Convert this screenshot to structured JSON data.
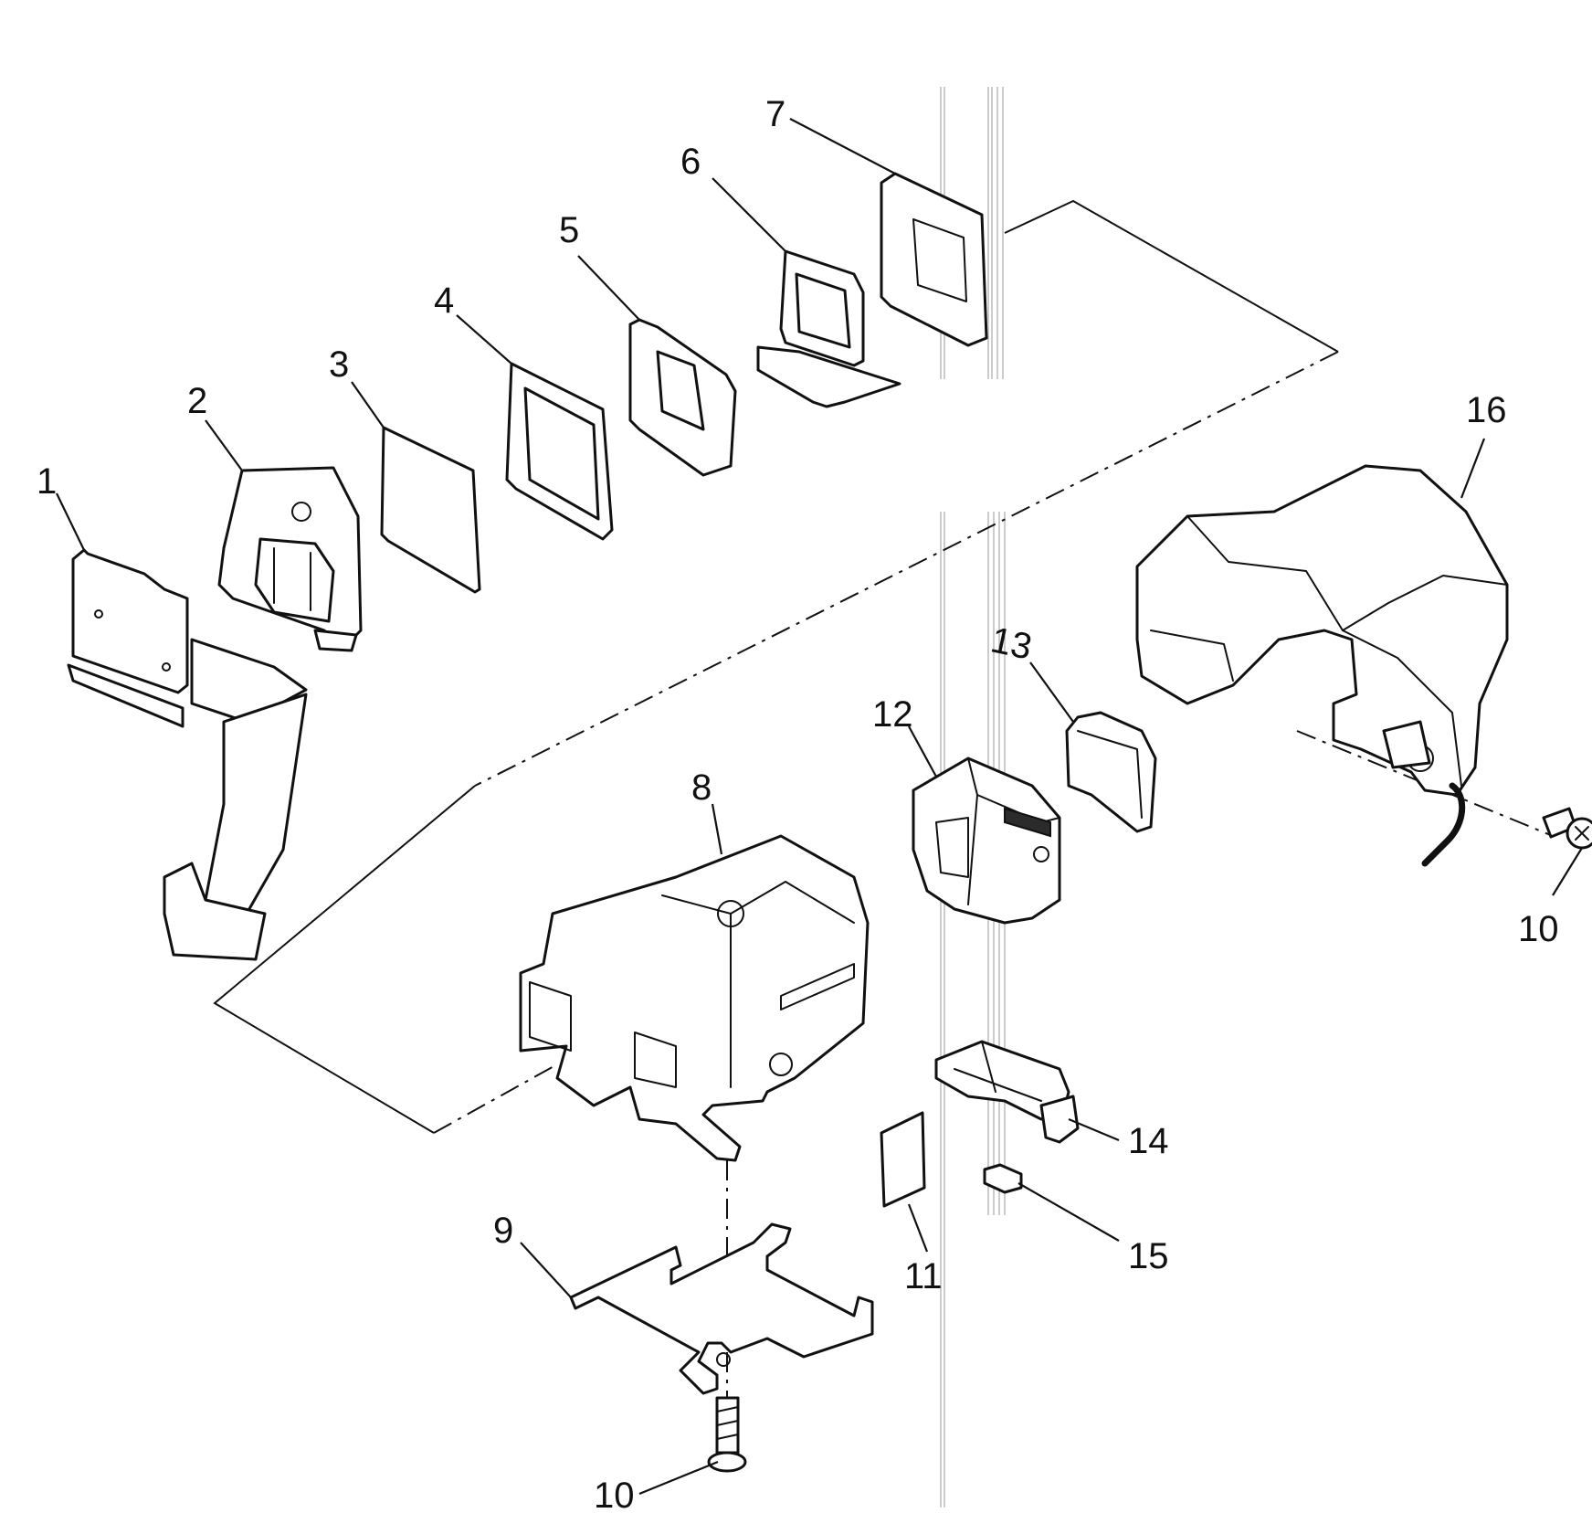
{
  "diagram": {
    "type": "exploded-parts-view",
    "callouts": {
      "c1": "1",
      "c2": "2",
      "c3": "3",
      "c4": "4",
      "c5": "5",
      "c6": "6",
      "c7": "7",
      "c8": "8",
      "c9": "9",
      "c10a": "10",
      "c10b": "10",
      "c11": "11",
      "c12": "12",
      "c13": "13",
      "c14": "14",
      "c15": "15",
      "c16": "16"
    }
  }
}
